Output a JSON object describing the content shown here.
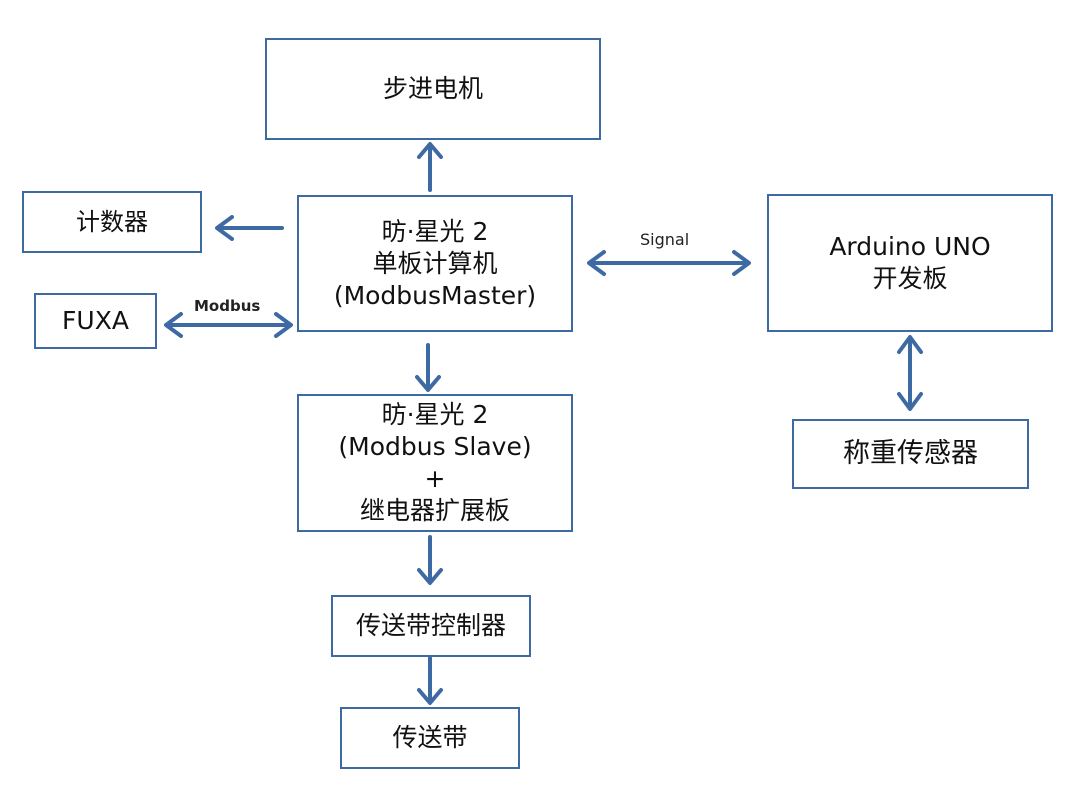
{
  "colors": {
    "border": "#3e6aa3",
    "arrow": "#3e6aa3",
    "text": "#111111"
  },
  "nodes": {
    "stepper_motor": {
      "lines": [
        "步进电机"
      ]
    },
    "counter": {
      "lines": [
        "计数器"
      ]
    },
    "fuxa": {
      "lines": [
        "FUXA"
      ]
    },
    "master": {
      "lines": [
        "昉·星光 2",
        "单板计算机",
        "(ModbusMaster)"
      ]
    },
    "arduino": {
      "lines": [
        "Arduino UNO",
        "开发板"
      ]
    },
    "slave": {
      "lines": [
        "昉·星光 2",
        "(Modbus Slave)",
        "+",
        "继电器扩展板"
      ]
    },
    "weight_sensor": {
      "lines": [
        "称重传感器"
      ]
    },
    "conveyor_controller": {
      "lines": [
        "传送带控制器"
      ]
    },
    "conveyor": {
      "lines": [
        "传送带"
      ]
    }
  },
  "edges": [
    {
      "from": "master",
      "to": "stepper_motor",
      "label": ""
    },
    {
      "from": "master",
      "to": "counter",
      "label": ""
    },
    {
      "from": "master",
      "to": "fuxa",
      "label": "Modbus",
      "bidirectional": true
    },
    {
      "from": "master",
      "to": "arduino",
      "label": "Signal",
      "bidirectional": true
    },
    {
      "from": "master",
      "to": "slave",
      "label": ""
    },
    {
      "from": "arduino",
      "to": "weight_sensor",
      "label": "",
      "bidirectional": true
    },
    {
      "from": "slave",
      "to": "conveyor_controller",
      "label": ""
    },
    {
      "from": "conveyor_controller",
      "to": "conveyor",
      "label": ""
    }
  ]
}
